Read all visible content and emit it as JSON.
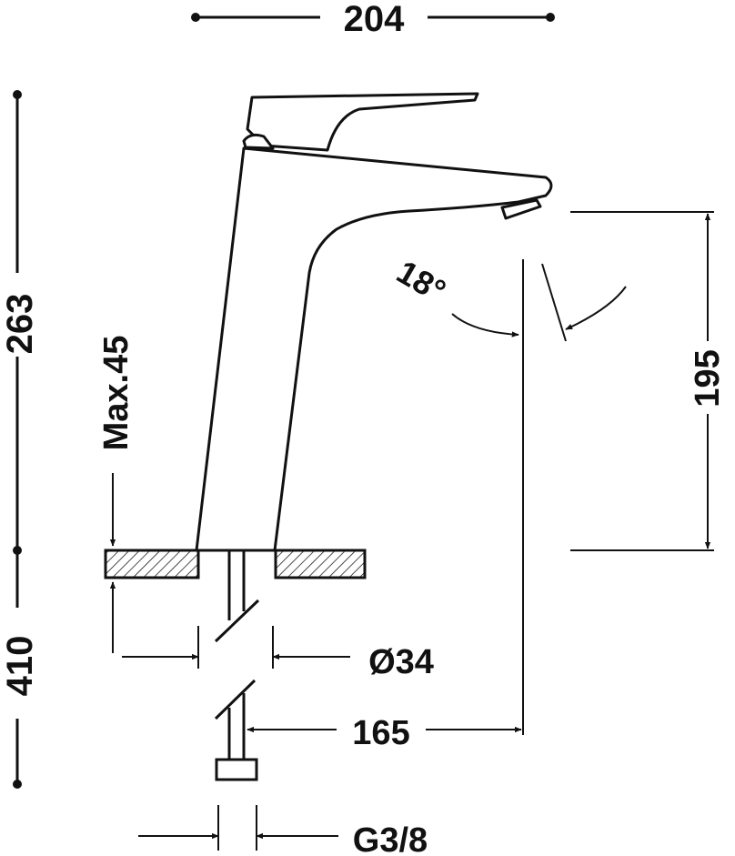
{
  "dimensions": {
    "overall_width": "204",
    "overall_height": "263",
    "below_deck_length": "410",
    "spout_height": "195",
    "spout_reach": "165",
    "hole_diameter": "Ø34",
    "max_deck_thickness": "Max.45",
    "connection_thread": "G3/8",
    "spout_angle": "18°"
  },
  "colors": {
    "line": "#111111",
    "background": "#ffffff"
  }
}
